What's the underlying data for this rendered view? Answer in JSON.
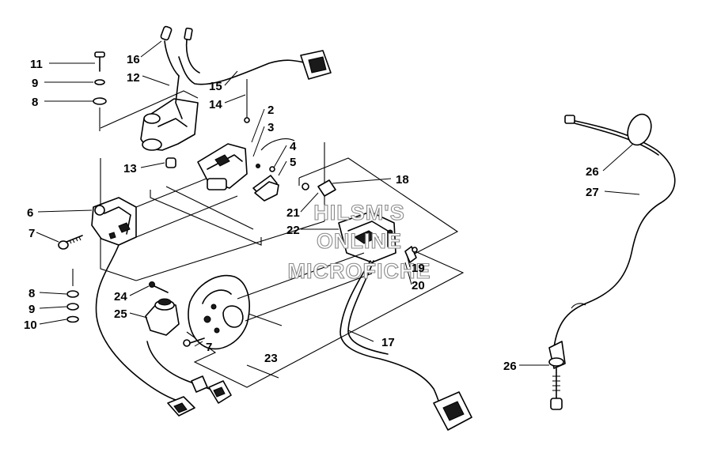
{
  "watermark": {
    "lines": [
      "HILSM'S",
      "ONLINE",
      "MICROFICHE"
    ]
  },
  "callouts": [
    {
      "id": "c11",
      "text": "11"
    },
    {
      "id": "c9a",
      "text": "9"
    },
    {
      "id": "c8a",
      "text": "8"
    },
    {
      "id": "c16",
      "text": "16"
    },
    {
      "id": "c12",
      "text": "12"
    },
    {
      "id": "c15",
      "text": "15"
    },
    {
      "id": "c14",
      "text": "14"
    },
    {
      "id": "c2",
      "text": "2"
    },
    {
      "id": "c3",
      "text": "3"
    },
    {
      "id": "c4",
      "text": "4"
    },
    {
      "id": "c5",
      "text": "5"
    },
    {
      "id": "c13",
      "text": "13"
    },
    {
      "id": "c6",
      "text": "6"
    },
    {
      "id": "c7a",
      "text": "7"
    },
    {
      "id": "c18",
      "text": "18"
    },
    {
      "id": "c21",
      "text": "21"
    },
    {
      "id": "c22",
      "text": "22"
    },
    {
      "id": "c19",
      "text": "19"
    },
    {
      "id": "c20",
      "text": "20"
    },
    {
      "id": "c8b",
      "text": "8"
    },
    {
      "id": "c9b",
      "text": "9"
    },
    {
      "id": "c10",
      "text": "10"
    },
    {
      "id": "c24",
      "text": "24"
    },
    {
      "id": "c25",
      "text": "25"
    },
    {
      "id": "c7b",
      "text": "7"
    },
    {
      "id": "c23",
      "text": "23"
    },
    {
      "id": "c17",
      "text": "17"
    },
    {
      "id": "c26a",
      "text": "26"
    },
    {
      "id": "c27",
      "text": "27"
    },
    {
      "id": "c26b",
      "text": "26"
    }
  ]
}
